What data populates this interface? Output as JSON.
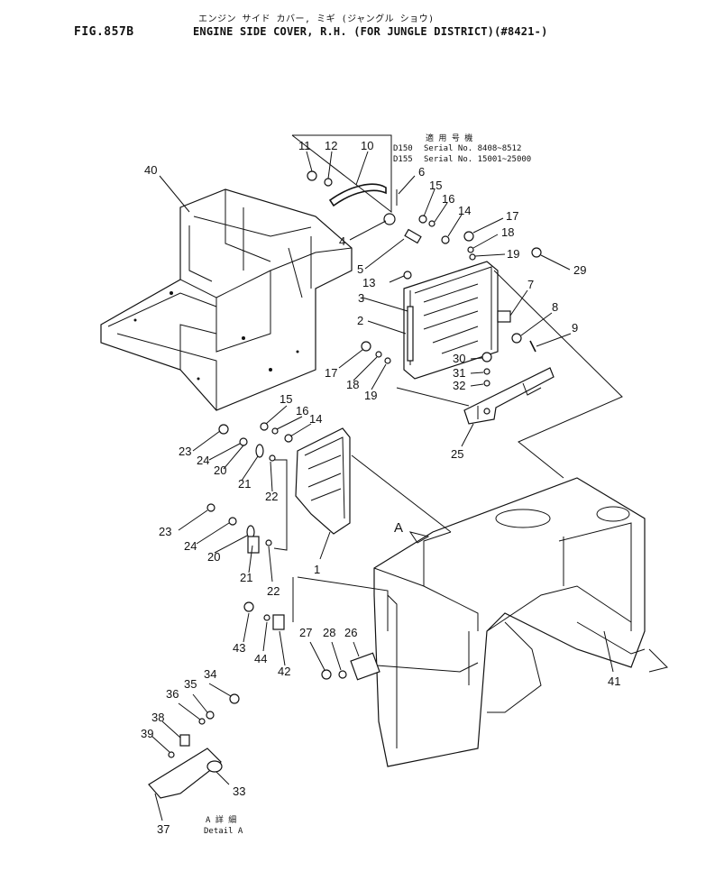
{
  "header": {
    "fig_no": "FIG.857B",
    "title_jp": "エンジン サイド カバー, ミギ (ジャングル ショウ)",
    "title_en": "ENGINE SIDE COVER, R.H. (FOR JUNGLE DISTRICT)(#8421-)"
  },
  "serial": {
    "heading": "適 用 号 機",
    "rows": [
      {
        "model": "D150",
        "range": "Serial No. 8408~8512"
      },
      {
        "model": "D155",
        "range": "Serial No. 15001~25000"
      }
    ]
  },
  "detail": {
    "marker": "A",
    "caption_jp": "A 詳 細",
    "caption_en": "Detail A"
  },
  "callouts": {
    "c40": "40",
    "c11": "11",
    "c12": "12",
    "c10": "10",
    "c6": "6",
    "c15a": "15",
    "c16a": "16",
    "c14a": "14",
    "c17a": "17",
    "c18a": "18",
    "c19a": "19",
    "c29": "29",
    "c4": "4",
    "c5": "5",
    "c13": "13",
    "c3": "3",
    "c2": "2",
    "c7": "7",
    "c8": "8",
    "c9": "9",
    "c17b": "17",
    "c18b": "18",
    "c19b": "19",
    "c30": "30",
    "c31": "31",
    "c32": "32",
    "c25": "25",
    "c15b": "15",
    "c16b": "16",
    "c14b": "14",
    "c23a": "23",
    "c24a": "24",
    "c20a": "20",
    "c21a": "21",
    "c22a": "22",
    "c23b": "23",
    "c24b": "24",
    "c20b": "20",
    "c21b": "21",
    "c22b": "22",
    "c1": "1",
    "c43": "43",
    "c44": "44",
    "c42": "42",
    "c27": "27",
    "c28": "28",
    "c26": "26",
    "c41": "41",
    "c34": "34",
    "c35": "35",
    "c36": "36",
    "c38": "38",
    "c39": "39",
    "c33": "33",
    "c37": "37"
  }
}
